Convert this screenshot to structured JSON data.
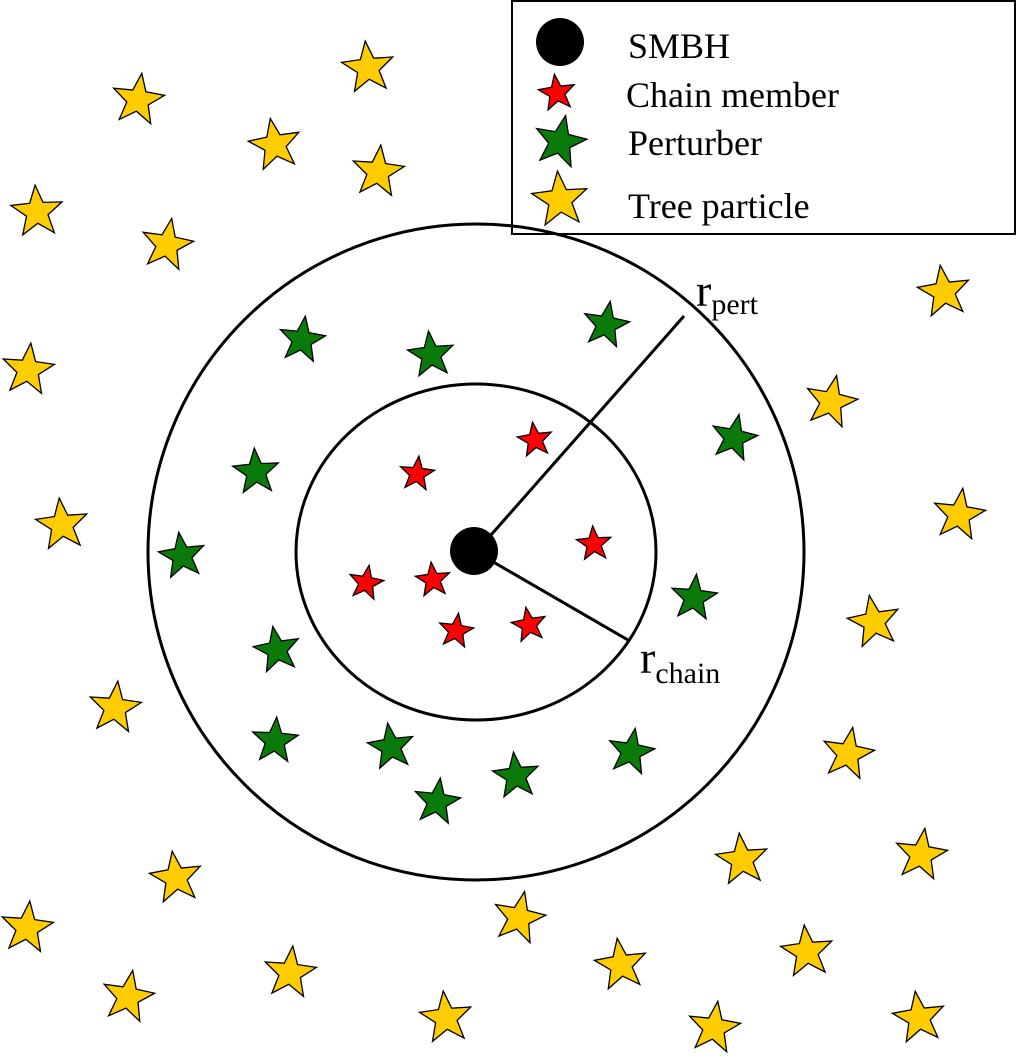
{
  "legend": {
    "items": [
      {
        "label": "SMBH",
        "icon": "black-hole-dot-icon",
        "color": "#000000"
      },
      {
        "label": "Chain member",
        "icon": "red-star-icon",
        "color": "#ff0000"
      },
      {
        "label": "Perturber",
        "icon": "green-star-icon",
        "color": "#0a7a0a"
      },
      {
        "label": "Tree particle",
        "icon": "yellow-star-icon",
        "color": "#ffcc00"
      }
    ]
  },
  "labels": {
    "r_pert_main": "r",
    "r_pert_sub": "pert",
    "r_chain_main": "r",
    "r_chain_sub": "chain"
  },
  "colors": {
    "smbh": "#000000",
    "chain": "#ff0000",
    "perturber": "#0a7a0a",
    "tree": "#ffcc00",
    "outline": "#000000"
  }
}
